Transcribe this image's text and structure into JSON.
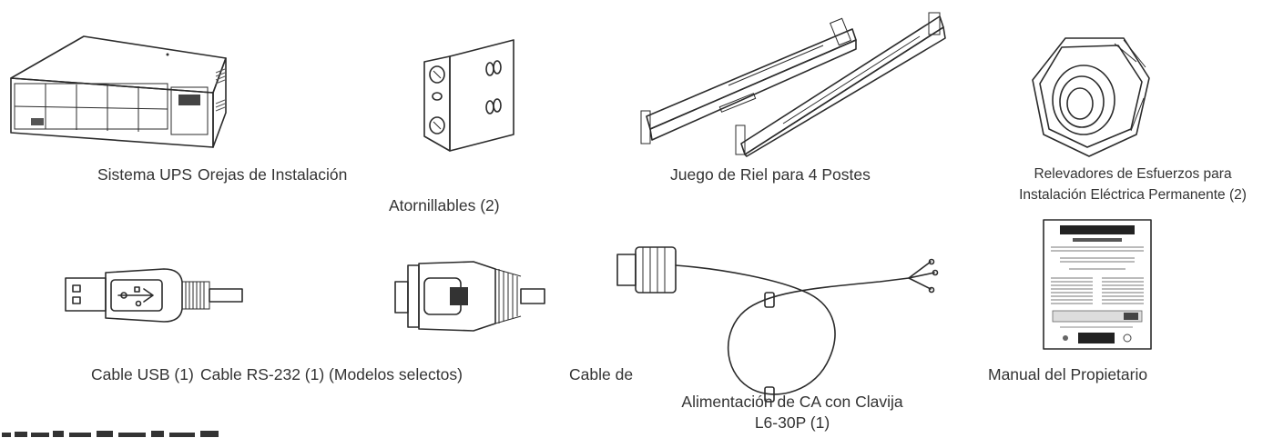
{
  "items": {
    "ups": {
      "label": "Sistema UPS"
    },
    "ears": {
      "label_line1": "Orejas de Instalación",
      "label_line2": "Atornillables (2)"
    },
    "rails": {
      "label": "Juego de Riel para 4 Postes"
    },
    "strain_relief": {
      "label_line1": "Relevadores de Esfuerzos para",
      "label_line2": "Instalación Eléctrica Permanente (2)"
    },
    "usb_cable": {
      "label": "Cable USB (1)"
    },
    "rs232_cable": {
      "label": "Cable RS-232 (1) (Modelos selectos)"
    },
    "power_cord": {
      "label_line1": "Cable de",
      "label_line2": "Alimentación de CA con Clavija",
      "label_line3": "L6-30P (1)"
    },
    "manual": {
      "label": "Manual del Propietario"
    }
  }
}
